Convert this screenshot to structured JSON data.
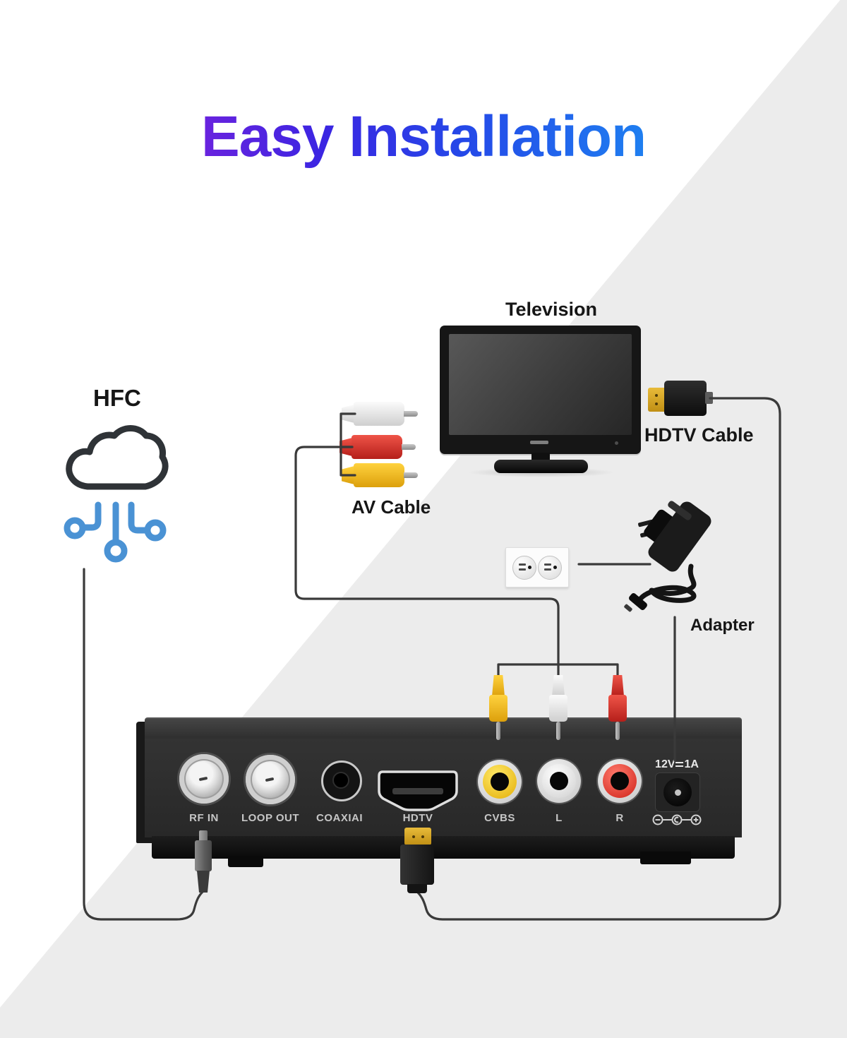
{
  "title": {
    "text": "Easy Installation",
    "gradient_colors": [
      "#c913cd",
      "#3b25e2",
      "#25c6f5"
    ]
  },
  "labels": {
    "television": "Television",
    "hdtv_cable": "HDTV Cable",
    "hfc": "HFC",
    "av_cable": "AV Cable",
    "adapter": "Adapter"
  },
  "icons": {
    "cloud_icon_color": "#2f3337",
    "network_nodes_icon_color": "#4a92d4",
    "cable_line_color": "#3a3a3a"
  },
  "av_cable_connectors": [
    "white",
    "red",
    "yellow"
  ],
  "device_panel": {
    "ports": {
      "rf_in": {
        "label": "RF IN",
        "type": "f-connector"
      },
      "loop_out": {
        "label": "LOOP OUT",
        "type": "f-connector"
      },
      "coaxial": {
        "label": "COAXIAI",
        "type": "coaxial-jack"
      },
      "hdtv": {
        "label": "HDTV",
        "type": "hdmi-port"
      },
      "cvbs": {
        "label": "CVBS",
        "type": "rca-jack",
        "color": "#e3ae07"
      },
      "audio_l": {
        "label": "L",
        "type": "rca-jack",
        "color": "#e6e6e6"
      },
      "audio_r": {
        "label": "R",
        "type": "rca-jack",
        "color": "#cf2319"
      }
    },
    "power": {
      "voltage": "12V",
      "current": "1A",
      "dc_symbol": "⎓"
    }
  }
}
